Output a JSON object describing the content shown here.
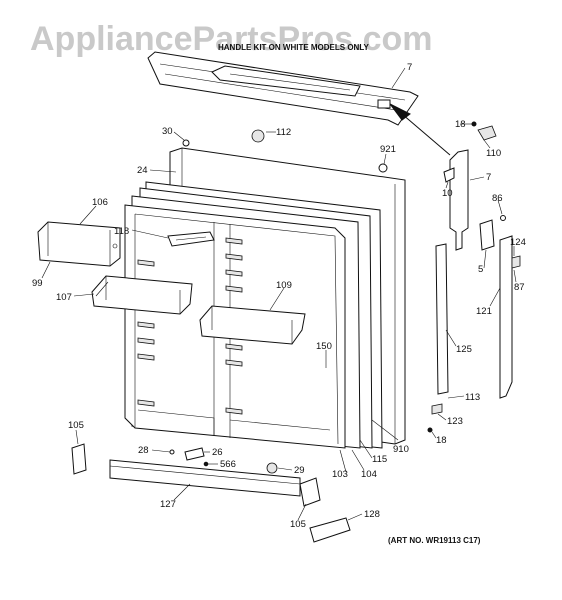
{
  "watermark": "AppliancePartsPros.com",
  "header_note": "HANDLE KIT ON WHITE MODELS ONLY",
  "art_number": "(ART NO. WR19113 C17)",
  "callouts": {
    "c7a": "7",
    "c18a": "18",
    "c110": "110",
    "c30": "30",
    "c112": "112",
    "c921": "921",
    "c7b": "7",
    "c24": "24",
    "c10": "10",
    "c86": "86",
    "c106": "106",
    "c118": "118",
    "c5": "5",
    "c124": "124",
    "c99": "99",
    "c87": "87",
    "c109": "109",
    "c107": "107",
    "c121": "121",
    "c150": "150",
    "c125": "125",
    "c113": "113",
    "c105a": "105",
    "c123": "123",
    "c18b": "18",
    "c910": "910",
    "c28": "28",
    "c26": "26",
    "c566": "566",
    "c29": "29",
    "c115": "115",
    "c104": "104",
    "c103": "103",
    "c127": "127",
    "c105b": "105",
    "c128": "128"
  }
}
